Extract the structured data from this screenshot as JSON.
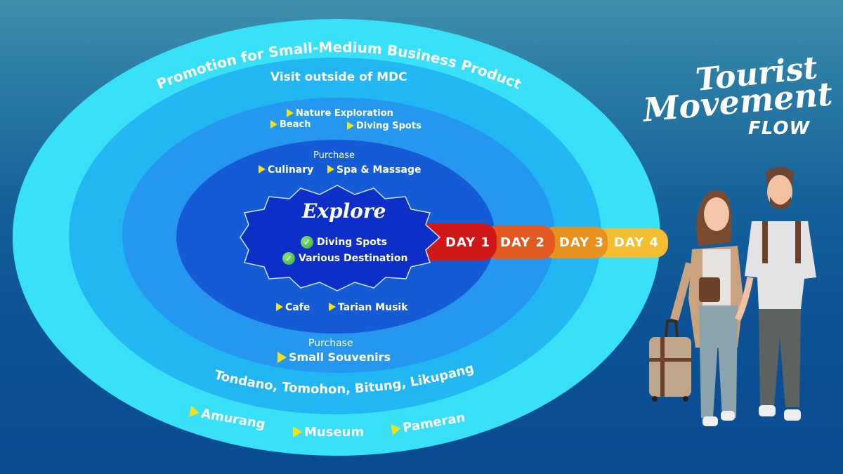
{
  "title": {
    "line1": "Tourist",
    "line2": "Movement",
    "line3": "FLOW"
  },
  "rings": {
    "outer": {
      "arc_top": "Promotion for Small-Medium Business Product",
      "bottom_items": [
        "Amurang",
        "Museum",
        "Pameran"
      ]
    },
    "second": {
      "top": "Visit outside of MDC",
      "bottom": "Tondano,  Tomohon, Bitung, Likupang"
    },
    "third": {
      "top_items": [
        "Nature Exploration",
        "Beach",
        "Diving Spots"
      ],
      "bottom_label": "Purchase",
      "bottom_item": "Small Souvenirs"
    },
    "inner": {
      "top_label": "Purchase",
      "top_items": [
        "Culinary",
        "Spa & Massage"
      ],
      "bottom_items": [
        "Cafe",
        "Tarian Musik"
      ]
    }
  },
  "explore": {
    "title": "Explore",
    "items": [
      "Diving Spots",
      "Various Destination"
    ]
  },
  "days": [
    {
      "label": "DAY 1",
      "color": "#d11717"
    },
    {
      "label": "DAY 2",
      "color": "#e25a22"
    },
    {
      "label": "DAY 3",
      "color": "#e8911e"
    },
    {
      "label": "DAY 4",
      "color": "#f5bd32"
    }
  ],
  "colors": {
    "ring_outer": "#38e1f7",
    "ring_second": "#22b6f2",
    "ring_third": "#2597ee",
    "ring_inner": "#165bd6",
    "explore_fill": "#0d2fc8",
    "arrow": "#f2e21a"
  }
}
